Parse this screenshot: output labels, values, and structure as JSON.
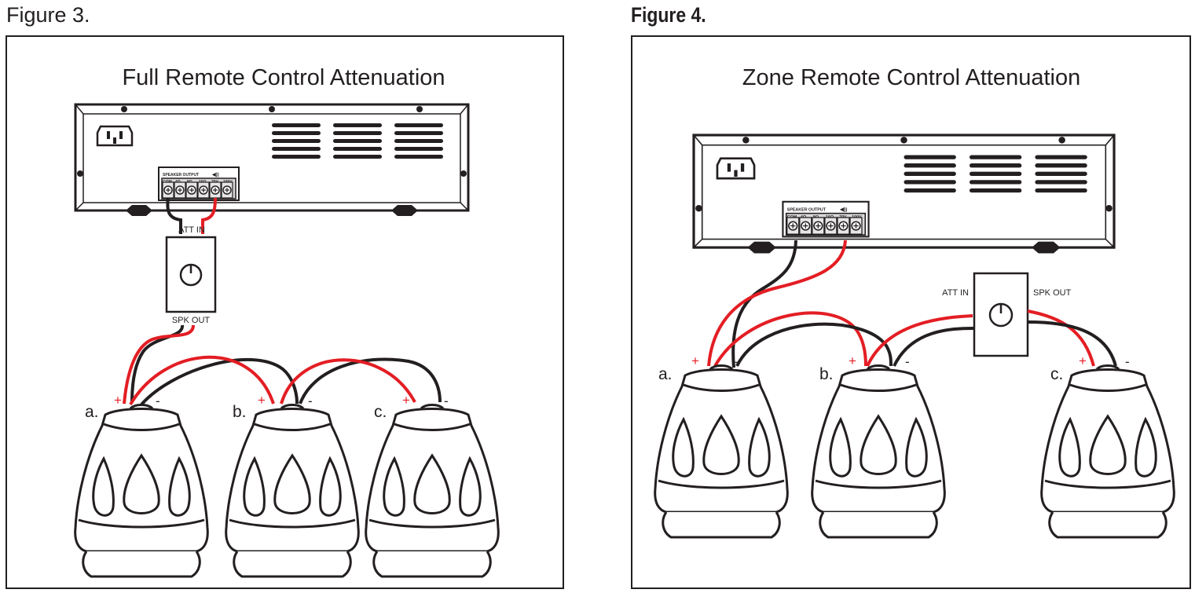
{
  "figures": [
    {
      "caption": "Figure 3.",
      "title": "Full Remote Control Attenuation",
      "amp_output_label": "SPEAKER OUTPUT",
      "terminals": [
        "COM",
        "4Ω",
        "8Ω",
        "16Ω",
        "70V",
        "100V"
      ],
      "att_in_label": "ATT IN",
      "spk_out_label": "SPK OUT",
      "speakers": [
        "a.",
        "b.",
        "c."
      ],
      "plus": "+",
      "minus": "-"
    },
    {
      "caption": "Figure 4.",
      "title": "Zone Remote Control Attenuation",
      "amp_output_label": "SPEAKER OUTPUT",
      "terminals": [
        "COM",
        "4Ω",
        "8Ω",
        "16Ω",
        "70V",
        "100V"
      ],
      "att_in_label": "ATT IN",
      "spk_out_label": "SPK OUT",
      "speakers": [
        "a.",
        "b.",
        "c."
      ],
      "plus": "+",
      "minus": "-"
    }
  ],
  "colors": {
    "wire_positive": "#e31e24",
    "wire_common": "#231f20",
    "outline": "#231f20"
  },
  "icons": [
    "power-inlet-icon",
    "knob-icon",
    "vent-slots",
    "speaker-icon"
  ]
}
